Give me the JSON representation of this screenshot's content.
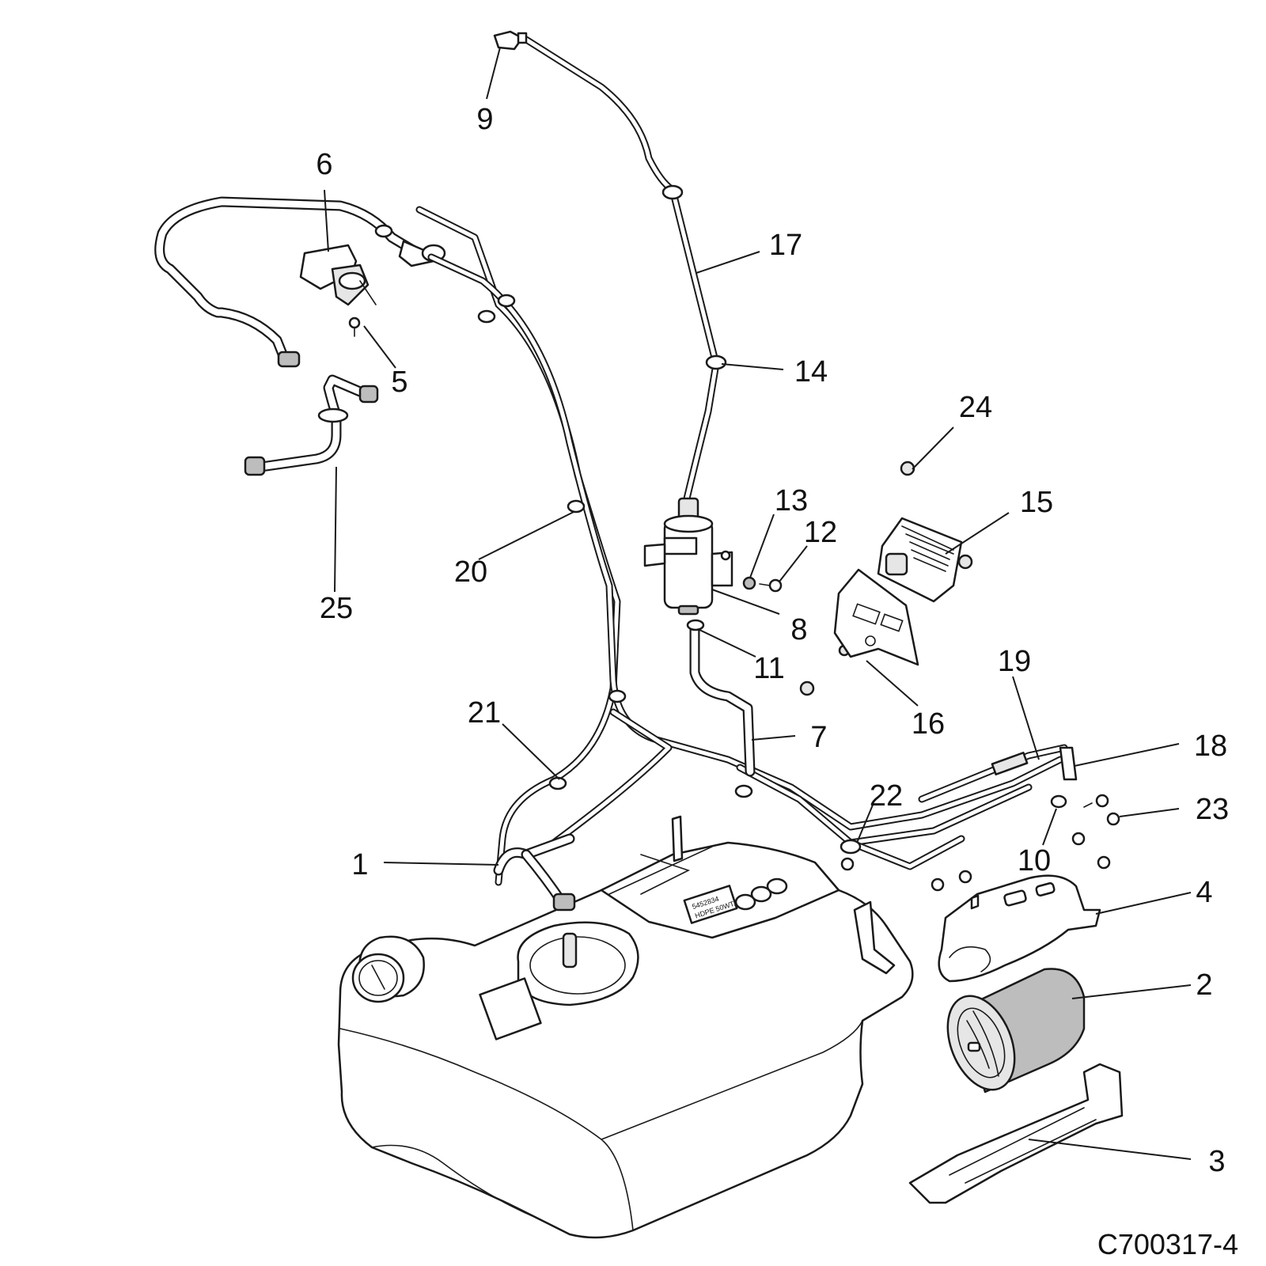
{
  "figure_id": "C700317-4",
  "tank_label_lines": [
    "5452834",
    "HDPE 50WT..."
  ],
  "callouts": {
    "c1": "1",
    "c2": "2",
    "c3": "3",
    "c4": "4",
    "c5": "5",
    "c6": "6",
    "c7": "7",
    "c8": "8",
    "c9": "9",
    "c10": "10",
    "c11": "11",
    "c12": "12",
    "c13": "13",
    "c14": "14",
    "c15": "15",
    "c16": "16",
    "c17": "17",
    "c18": "18",
    "c19": "19",
    "c20": "20",
    "c21": "21",
    "c22": "22",
    "c23": "23",
    "c24": "24",
    "c25": "25"
  }
}
